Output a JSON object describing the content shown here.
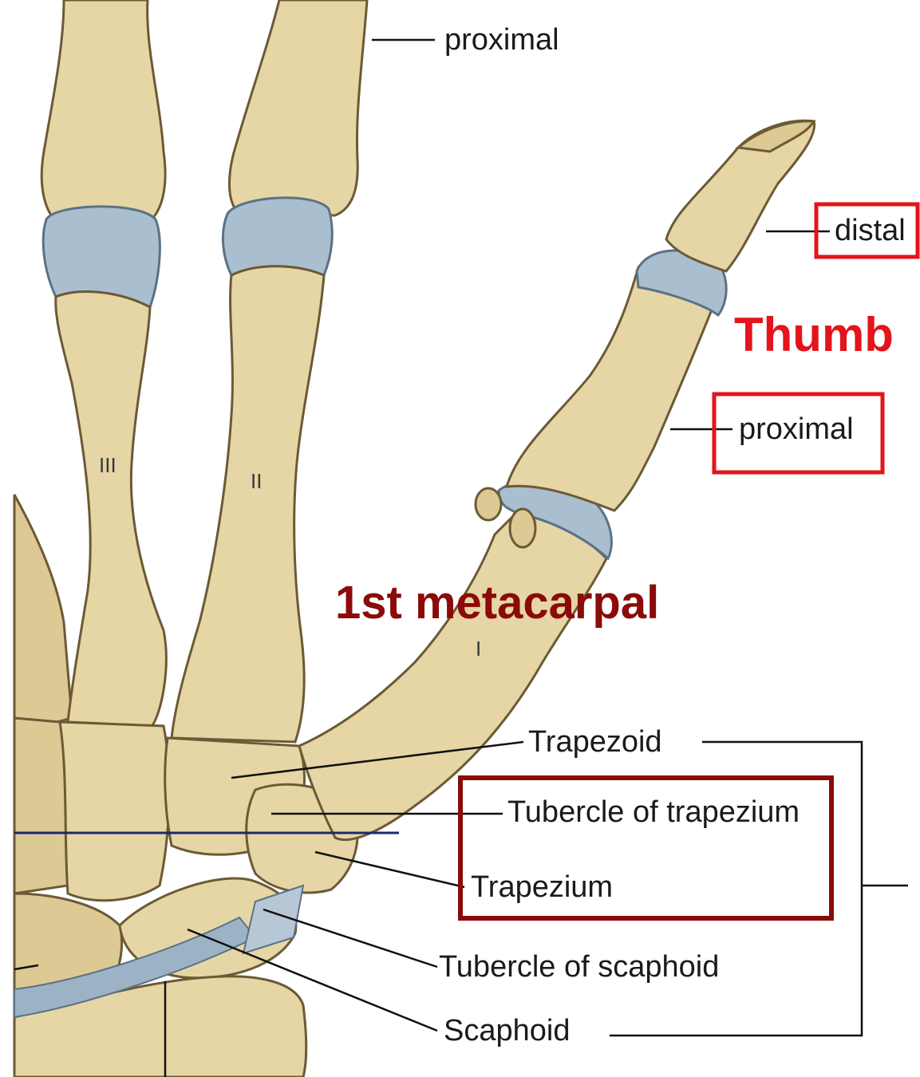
{
  "labels": {
    "proximal_top": "proximal",
    "distal": "distal",
    "thumb": "Thumb",
    "proximal_thumb": "proximal",
    "first_metacarpal": "1st metacarpal",
    "trapezoid": "Trapezoid",
    "tubercle_of_trapezium": "Tubercle of trapezium",
    "trapezium": "Trapezium",
    "tubercle_of_scaphoid": "Tubercle of scaphoid",
    "scaphoid": "Scaphoid",
    "roman_iii": "III",
    "roman_ii": "II",
    "roman_i": "I"
  },
  "colors": {
    "bone": "#e6d6a5",
    "cartilage": "#a9bfcf",
    "highlight_red": "#e3141b",
    "highlight_maroon": "#8b0a0a",
    "guide_line": "#1d2a6b"
  }
}
